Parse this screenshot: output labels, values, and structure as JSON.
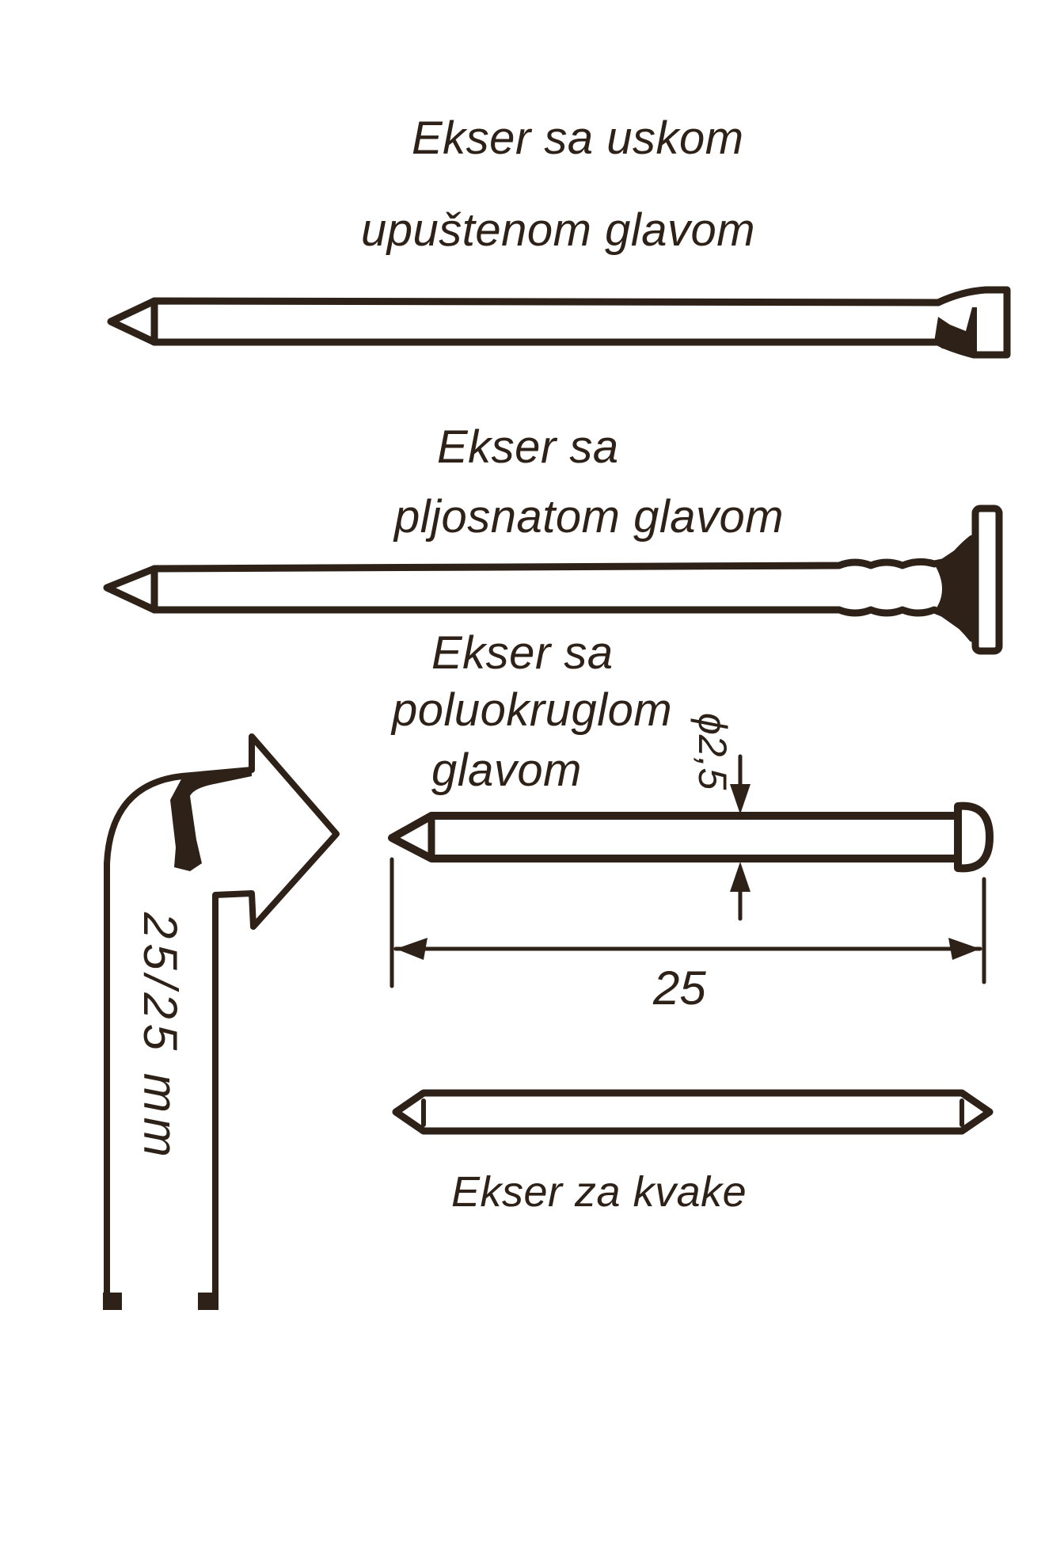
{
  "colors": {
    "ink": "#2e2218",
    "paper": "#ffffff"
  },
  "nails": [
    {
      "id": "narrow-countersunk",
      "title_line1": "Ekser sa uskom",
      "title_line2": "upuštenom glavom",
      "head_type": "narrow countersunk head"
    },
    {
      "id": "flat-head",
      "title_line1": "Ekser sa",
      "title_line2": "pljosnatom glavom",
      "head_type": "flat head, threaded shank"
    },
    {
      "id": "half-round-head",
      "title_line1": "Ekser sa",
      "title_line2": "poluokruglom",
      "title_line3": "glavom",
      "head_type": "half-round head",
      "diameter_label": "ϕ2,5",
      "length_label": "25"
    },
    {
      "id": "handle-nail",
      "title": "Ekser za kvake",
      "head_type": "double-pointed"
    }
  ],
  "bent_arrow": {
    "size_label": "25/25 mm"
  }
}
